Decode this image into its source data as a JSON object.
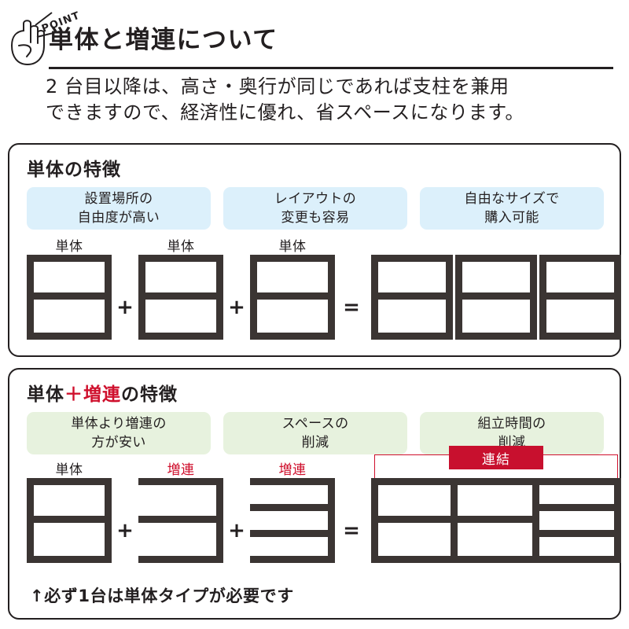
{
  "header": {
    "point_badge": "POINT",
    "title": "単体と増連について",
    "lead_line1": "2 台目以降は、高さ・奥行が同じであれば支柱を兼用",
    "lead_line2": "できますので、経済性に優れ、省スペースになります。"
  },
  "colors": {
    "frame": "#3b3533",
    "accent_red": "#cf102d",
    "badge_red": "#c8102e",
    "chip_blue": "#dcf0fb",
    "chip_green": "#e7f2de",
    "ink": "#231f20"
  },
  "panel_single": {
    "title": "単体の特徴",
    "chips": [
      {
        "line1": "設置場所の",
        "line2": "自由度が高い"
      },
      {
        "line1": "レイアウトの",
        "line2": "変更も容易"
      },
      {
        "line1": "自由なサイズで",
        "line2": "購入可能"
      }
    ],
    "units": [
      {
        "label": "単体",
        "type": "single",
        "shelves": 3
      },
      {
        "label": "単体",
        "type": "single",
        "shelves": 3
      },
      {
        "label": "単体",
        "type": "single",
        "shelves": 3
      }
    ],
    "operators": [
      "+",
      "+",
      "="
    ],
    "result_bays": 3,
    "result_note": ""
  },
  "panel_combo": {
    "title_part1": "単体",
    "title_plus": "＋",
    "title_part2": "増連",
    "title_part3": "の特徴",
    "chips": [
      {
        "line1": "単体より増連の",
        "line2": "方が安い"
      },
      {
        "line1": "スペースの",
        "line2": "削減"
      },
      {
        "line1": "組立時間の",
        "line2": "削減"
      }
    ],
    "units": [
      {
        "label": "単体",
        "type": "single",
        "shelves": 3
      },
      {
        "label": "増連",
        "type": "addon",
        "shelves": 3
      },
      {
        "label": "増連",
        "type": "addon",
        "shelves": 4
      }
    ],
    "operators": [
      "+",
      "+",
      "="
    ],
    "link_badge": "連結",
    "foot_note": "↑必ず1台は単体タイプが必要です"
  }
}
